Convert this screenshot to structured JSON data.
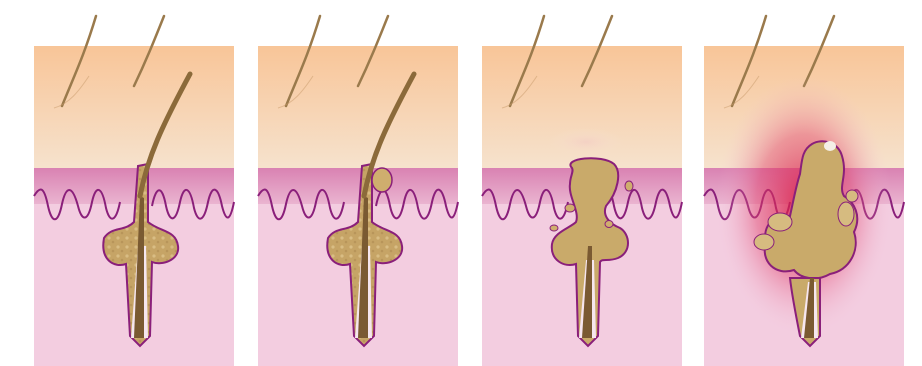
{
  "figure": {
    "type": "illustration",
    "panels": [
      {
        "stage": "normal-follicle",
        "pimple_feature": "none"
      },
      {
        "stage": "clogged-pore",
        "pimple_feature": "sebum-plug"
      },
      {
        "stage": "swollen-follicle",
        "pimple_feature": "bulging-sebum-and-bacteria"
      },
      {
        "stage": "inflamed-pimple",
        "pimple_feature": "ruptured-follicle-with-pus"
      }
    ],
    "colors": {
      "epidermis_top": "#f8c89a",
      "epidermis_bottom": "#f6dfc8",
      "dermis_band": "#dd8cb9",
      "dermis": "#f3c8dd",
      "follicle_outline": "#8a1f7a",
      "sebum": "#c9aa6a",
      "sebum_light": "#dcc28c",
      "hair": "#8b6a3a",
      "inflammation": "#d61f4a",
      "pus": "#f4efe6"
    }
  }
}
